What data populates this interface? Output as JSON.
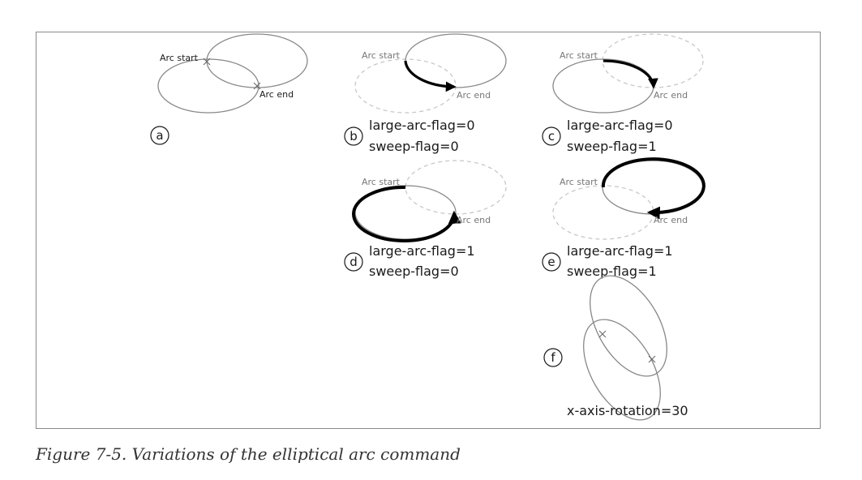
{
  "labels": {
    "arc_start": "Arc start",
    "arc_end": "Arc end"
  },
  "panels": {
    "a": {
      "letter": "a"
    },
    "b": {
      "letter": "b",
      "line1": "large-arc-flag=0",
      "line2": "sweep-flag=0"
    },
    "c": {
      "letter": "c",
      "line1": "large-arc-flag=0",
      "line2": "sweep-flag=1"
    },
    "d": {
      "letter": "d",
      "line1": "large-arc-flag=1",
      "line2": "sweep-flag=0"
    },
    "e": {
      "letter": "e",
      "line1": "large-arc-flag=1",
      "line2": "sweep-flag=1"
    },
    "f": {
      "letter": "f",
      "line1": "x-axis-rotation=30"
    }
  },
  "caption": "Figure 7-5. Variations of the elliptical arc command",
  "colors": {
    "frame": "#8a8a8a",
    "ellipse": "#888888",
    "dashed": "#c8c8c8",
    "highlight": "#000000",
    "text_dark": "#1a1a1a",
    "text_gray": "#777777"
  }
}
